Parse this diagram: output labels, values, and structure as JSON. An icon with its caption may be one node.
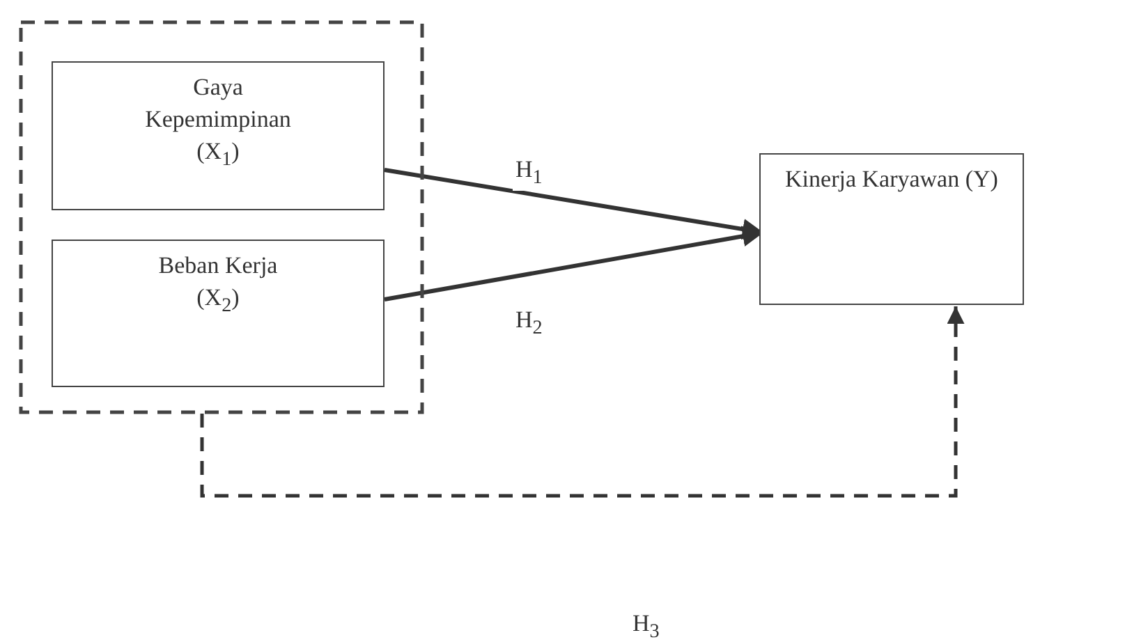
{
  "diagram": {
    "nodes": [
      {
        "text": [],
        "shape": "box"
      },
      {
        "text": [
          "Gaya Kepemimpinan (X$_{1}$)"
        ],
        "in": 0
      },
      {
        "text": [
          "Beban Kerja (X$_{2}$)"
        ],
        "in": 0
      },
      {
        "text": [
          "Kinerja Karyawan (Y)"
        ]
      }
    ],
    "edges": [
      {
        "from": 1,
        "to": 3,
        "arrow": "to",
        "label": "H$_{1}$"
      },
      {
        "from": 2,
        "to": 3,
        "arrow": "to",
        "label": "H$_{2}$"
      },
      {
        "from": 0,
        "to": 3,
        "arrow": "to",
        "style": "dashed"
      }
    ],
    "labels": [
      "H$_{3}$"
    ]
  }
}
